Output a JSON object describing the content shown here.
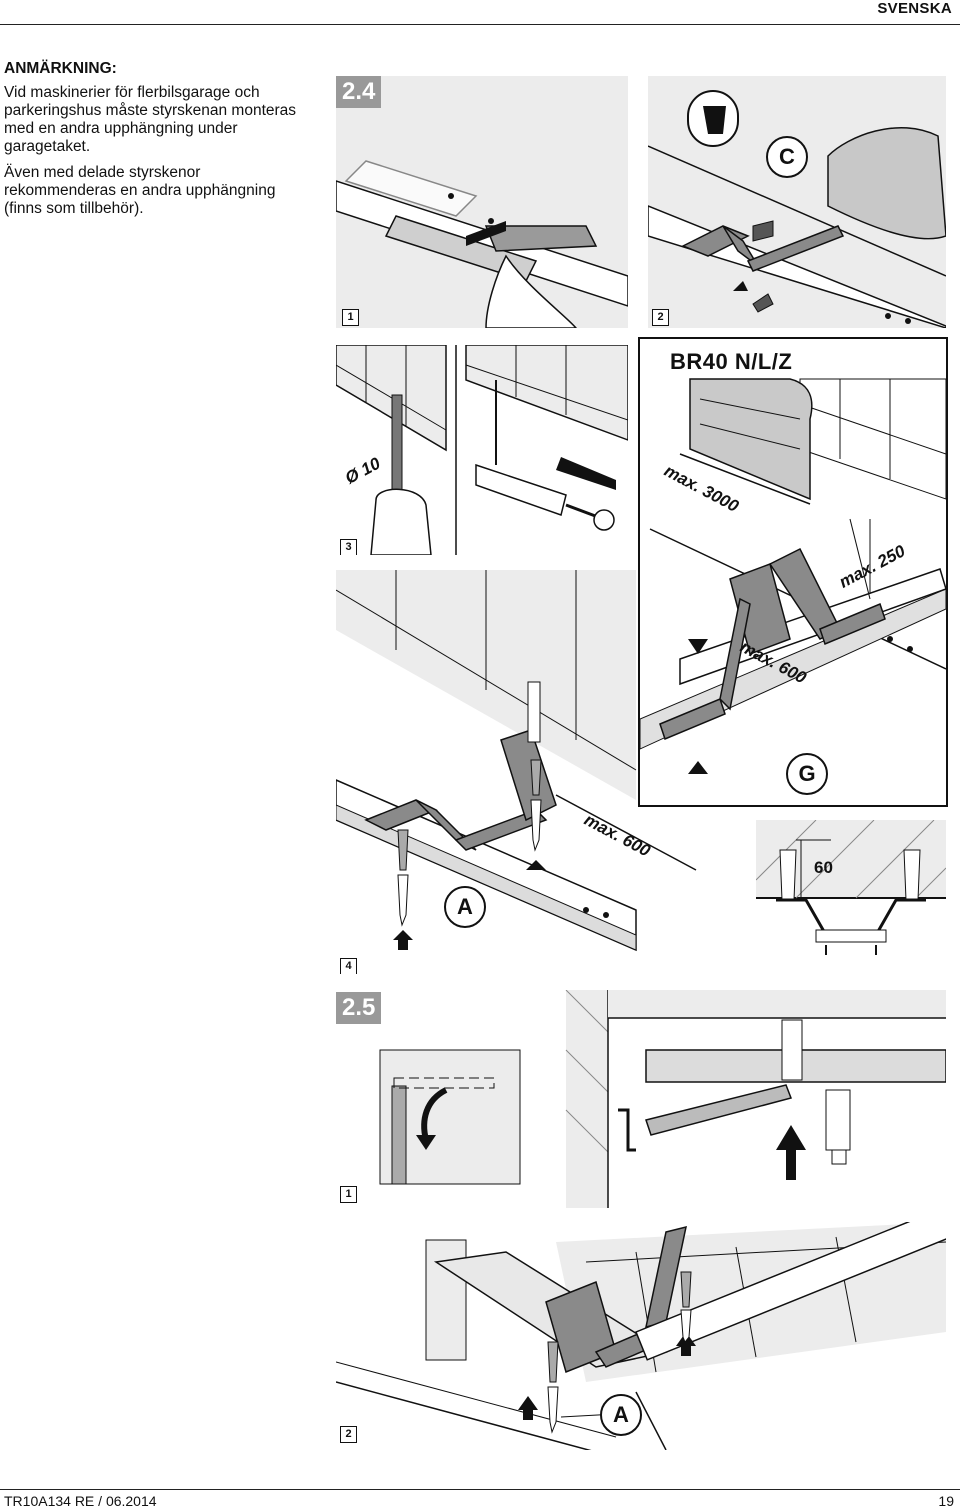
{
  "header": {
    "language": "SVENSKA"
  },
  "note": {
    "title": "ANMÄRKNING:",
    "paragraph1": "Vid maskinerier för flerbilsgarage och parkeringshus måste styrskenan monteras med en andra upphängning under garagetaket.",
    "paragraph2": "Även med delade styrskenor rekommenderas en andra upphängning (finns som tillbehör)."
  },
  "figure_2_4": {
    "badge": "2.4",
    "step1": "1",
    "step2": "2",
    "step3": "3",
    "step4": "4",
    "label_c": "C",
    "label_g": "G",
    "label_a": "A",
    "model": "BR40 N/L/Z",
    "drill": "Ø 10",
    "max_3000": "max. 3000",
    "max_250": "max. 250",
    "max_600_top": "max. 600",
    "max_600_bottom": "max. 600",
    "dim_60": "60"
  },
  "figure_2_5": {
    "badge": "2.5",
    "step1": "1",
    "step2": "2",
    "label_a": "A"
  },
  "footer": {
    "doc_code": "TR10A134  RE / 06.2014",
    "page_number": "19"
  },
  "colors": {
    "panel_bg": "#ececec",
    "badge_bg": "#999999",
    "ink": "#111111"
  }
}
